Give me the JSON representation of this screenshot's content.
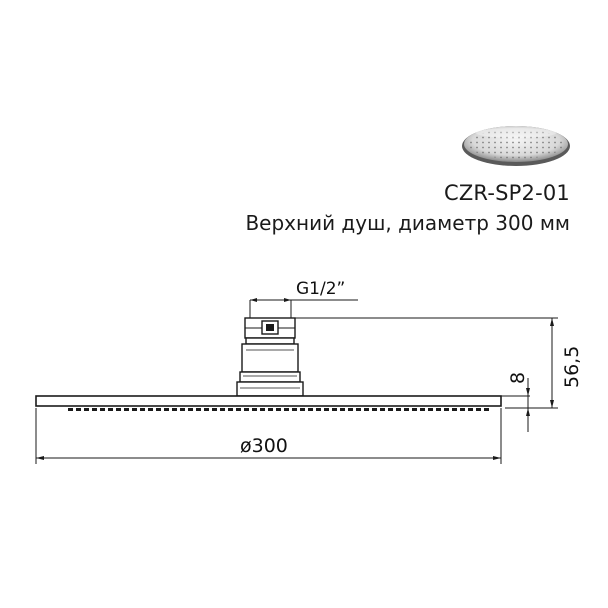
{
  "product": {
    "model_code": "CZR-SP2-01",
    "description": "Верхний душ, диаметр 300 мм"
  },
  "dimensions": {
    "thread": "G1/2”",
    "diameter": "ø300",
    "total_height": "56,5",
    "plate_thickness": "8"
  },
  "colors": {
    "line": "#1a1a1a",
    "text": "#111111"
  }
}
